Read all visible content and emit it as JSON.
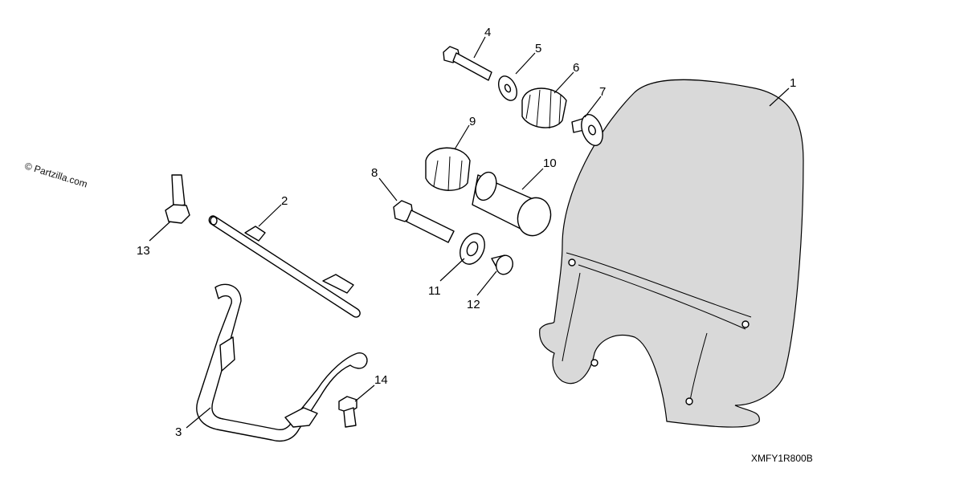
{
  "watermark": "© Partzilla.com",
  "diagram_code": "XMFY1R800B",
  "callouts": [
    "1",
    "2",
    "3",
    "4",
    "5",
    "6",
    "7",
    "8",
    "9",
    "10",
    "11",
    "12",
    "13",
    "14"
  ]
}
